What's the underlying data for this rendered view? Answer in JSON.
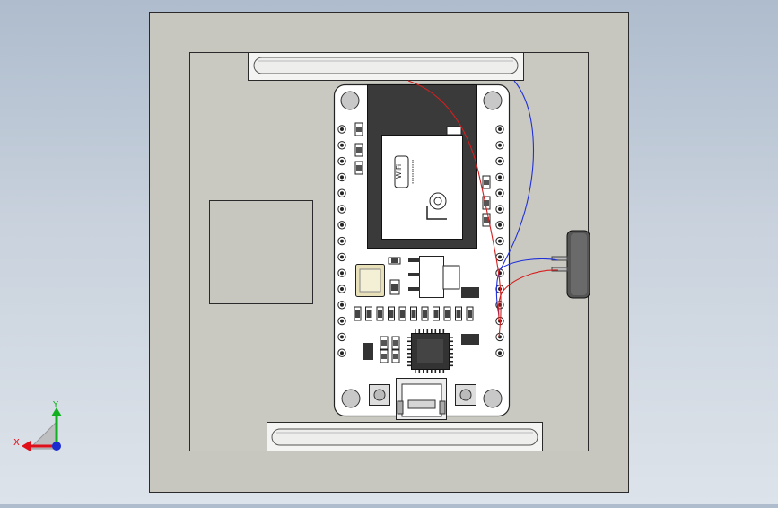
{
  "viewport": {
    "background_top": "#aebccd",
    "background_bottom": "#dde3ea"
  },
  "model": {
    "enclosure_color": "#c7c7bf",
    "board_color": "#ffffff",
    "module_color": "#3a3a3a",
    "wifi_label": "WiFi",
    "wire_red": "#d42020",
    "wire_blue": "#2030d8"
  },
  "triad": {
    "x_label": "X",
    "y_label": "Y",
    "x_color": "#e0101a",
    "y_color": "#10b020",
    "z_color": "#1a2cd0"
  }
}
